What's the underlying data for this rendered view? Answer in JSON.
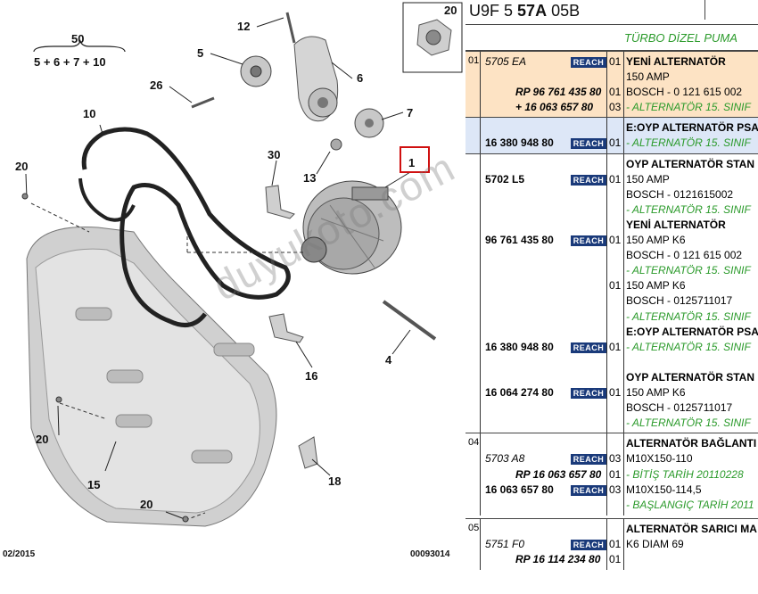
{
  "diagram": {
    "callouts": [
      "50",
      "5 + 6 + 7 + 10",
      "12",
      "5",
      "6",
      "7",
      "26",
      "10",
      "20",
      "30",
      "1",
      "13",
      "16",
      "4",
      "20",
      "15",
      "18",
      "20"
    ],
    "footer_left": "02/2015",
    "footer_right": "00093014",
    "watermark": "duyukoto.com",
    "inset_number": "20"
  },
  "header": {
    "code_a": "U9F 5",
    "code_b": "57A",
    "code_c": "05B"
  },
  "title": "TÜRBO DİZEL PUMA",
  "reach": "REACH",
  "groups": [
    {
      "num": "01",
      "rows": [
        {
          "ref": "5705 EA",
          "style": "it",
          "reach": true,
          "qty": "01",
          "desc": "YENİ ALTERNATÖR",
          "dstyle": "b"
        },
        {
          "ref": "",
          "qty": "",
          "desc": "150 AMP",
          "dstyle": ""
        },
        {
          "ref": "RP 96 761 435 80",
          "style": "it bd",
          "qty": "01",
          "desc": "BOSCH - 0 121 615 002",
          "dstyle": ""
        },
        {
          "ref": "+ 16 063 657 80",
          "style": "it bd",
          "qty": "03",
          "desc": "- ALTERNATÖR 15. SINIF",
          "dstyle": "g"
        }
      ]
    },
    {
      "num": "",
      "rows": [
        {
          "ref": "",
          "qty": "",
          "desc": "E:OYP ALTERNATÖR PSA",
          "dstyle": "b"
        },
        {
          "ref": "16 380 948 80",
          "style": "bd",
          "reach": true,
          "qty": "01",
          "desc": "- ALTERNATÖR 15. SINIF",
          "dstyle": "g"
        }
      ]
    },
    {
      "num": "",
      "rows": [
        {
          "ref": "",
          "qty": "",
          "desc": "OYP ALTERNATÖR STAN",
          "dstyle": "b"
        },
        {
          "ref": "5702 L5",
          "style": "bd",
          "reach": true,
          "qty": "01",
          "desc": "150 AMP",
          "dstyle": ""
        },
        {
          "ref": "",
          "qty": "",
          "desc": "BOSCH - 0121615002",
          "dstyle": ""
        },
        {
          "ref": "",
          "qty": "",
          "desc": "- ALTERNATÖR 15. SINIF",
          "dstyle": "g"
        },
        {
          "ref": "",
          "qty": "",
          "desc": "YENİ ALTERNATÖR",
          "dstyle": "b"
        },
        {
          "ref": "96 761 435 80",
          "style": "bd",
          "reach": true,
          "qty": "01",
          "desc": "150 AMP K6",
          "dstyle": ""
        },
        {
          "ref": "",
          "qty": "",
          "desc": "BOSCH - 0 121 615 002",
          "dstyle": ""
        },
        {
          "ref": "",
          "qty": "",
          "desc": "- ALTERNATÖR 15. SINIF",
          "dstyle": "g"
        },
        {
          "ref": "",
          "qty": "01",
          "desc": "150 AMP K6",
          "dstyle": ""
        },
        {
          "ref": "",
          "qty": "",
          "desc": "BOSCH - 0125711017",
          "dstyle": ""
        },
        {
          "ref": "",
          "qty": "",
          "desc": "- ALTERNATÖR 15. SINIF",
          "dstyle": "g"
        },
        {
          "ref": "",
          "qty": "",
          "desc": "E:OYP ALTERNATÖR PSA",
          "dstyle": "b"
        },
        {
          "ref": "16 380 948 80",
          "style": "bd",
          "reach": true,
          "qty": "01",
          "desc": "- ALTERNATÖR 15. SINIF",
          "dstyle": "g"
        },
        {
          "ref": "",
          "qty": "",
          "desc": "",
          "dstyle": ""
        },
        {
          "ref": "",
          "qty": "",
          "desc": "OYP ALTERNATÖR STAN",
          "dstyle": "b"
        },
        {
          "ref": "16 064 274 80",
          "style": "bd",
          "reach": true,
          "qty": "01",
          "desc": "150 AMP K6",
          "dstyle": ""
        },
        {
          "ref": "",
          "qty": "",
          "desc": "BOSCH - 0125711017",
          "dstyle": ""
        },
        {
          "ref": "",
          "qty": "",
          "desc": "- ALTERNATÖR 15. SINIF",
          "dstyle": "g"
        }
      ]
    },
    {
      "num": "04",
      "rows": [
        {
          "ref": "",
          "qty": "",
          "desc": "ALTERNATÖR BAĞLANTI",
          "dstyle": "b"
        },
        {
          "ref": "5703 A8",
          "style": "it",
          "reach": true,
          "qty": "03",
          "desc": "M10X150-110",
          "dstyle": ""
        },
        {
          "ref": "RP 16 063 657 80",
          "style": "it bd",
          "qty": "01",
          "desc": "- BİTİŞ TARİH 20110228",
          "dstyle": "g"
        },
        {
          "ref": "16 063 657 80",
          "style": "bd",
          "reach": true,
          "qty": "03",
          "desc": "M10X150-114,5",
          "dstyle": ""
        },
        {
          "ref": "",
          "qty": "",
          "desc": "- BAŞLANGIÇ TARİH 2011",
          "dstyle": "g"
        }
      ]
    },
    {
      "num": "05",
      "rows": [
        {
          "ref": "",
          "qty": "",
          "desc": "ALTERNATÖR SARICI MA",
          "dstyle": "b"
        },
        {
          "ref": "5751 F0",
          "style": "it",
          "reach": true,
          "qty": "01",
          "desc": "K6 DIAM 69",
          "dstyle": ""
        },
        {
          "ref": "RP 16 114 234 80",
          "style": "it bd",
          "qty": "01",
          "desc": "",
          "dstyle": ""
        }
      ]
    }
  ]
}
